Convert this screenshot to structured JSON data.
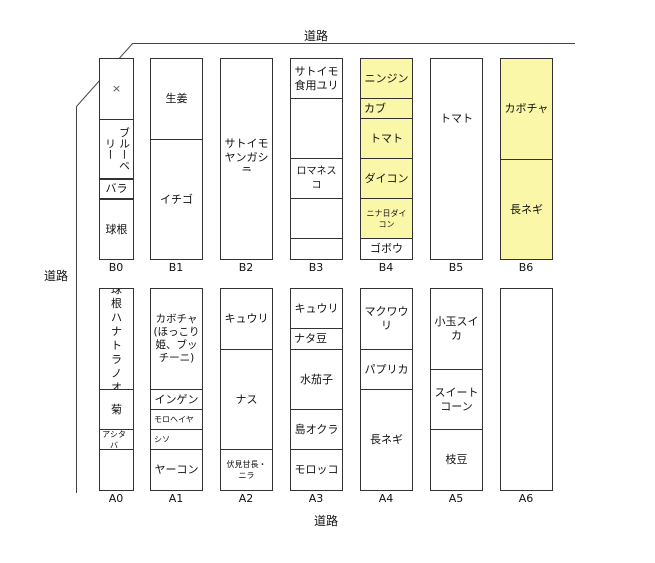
{
  "roads": {
    "top": "道路",
    "left": "道路",
    "bottom": "道路"
  },
  "colors": {
    "highlight": "#fbf7a8",
    "border": "#333333"
  },
  "beds": {
    "B0": {
      "label": "B0",
      "cells": [
        "×",
        "ブルーベリー",
        "バラ",
        "球根"
      ]
    },
    "B1": {
      "label": "B1",
      "cells": [
        "生姜",
        "イチゴ"
      ]
    },
    "B2": {
      "label": "B2",
      "cells": [
        "サトイモ ヤンガシラ"
      ]
    },
    "B3": {
      "label": "B3",
      "cells": [
        "サトイモ 食用ユリ",
        "",
        "ロマネスコ",
        "",
        ""
      ]
    },
    "B4": {
      "label": "B4",
      "cells": [
        "ニンジン",
        "カブ",
        "トマト",
        "ダイコン",
        "ニナ日ダイコン",
        "ゴボウ"
      ]
    },
    "B5": {
      "label": "B5",
      "cells": [
        "トマト"
      ]
    },
    "B6": {
      "label": "B6",
      "cells": [
        "カボチャ",
        "長ネギ"
      ]
    },
    "A0": {
      "label": "A0",
      "cells": [
        "球根 ハナ トラノ オ",
        "菊",
        "アシタバ",
        ""
      ]
    },
    "A1": {
      "label": "A1",
      "cells": [
        "カボチャ (ほっこり 姫、ブッ チーニ)",
        "インゲン",
        "モロヘイヤ",
        "シソ",
        "ヤーコン"
      ]
    },
    "A2": {
      "label": "A2",
      "cells": [
        "キュウリ",
        "ナス",
        "伏見甘長・ ニラ"
      ]
    },
    "A3": {
      "label": "A3",
      "cells": [
        "キュウリ",
        "ナタ豆",
        "水茄子",
        "島オクラ",
        "モロッコ"
      ]
    },
    "A4": {
      "label": "A4",
      "cells": [
        "マクワウ リ",
        "パプリカ",
        "長ネギ"
      ]
    },
    "A5": {
      "label": "A5",
      "cells": [
        "小玉スイ カ",
        "スイート コーン",
        "枝豆"
      ]
    },
    "A6": {
      "label": "A6",
      "cells": []
    }
  }
}
